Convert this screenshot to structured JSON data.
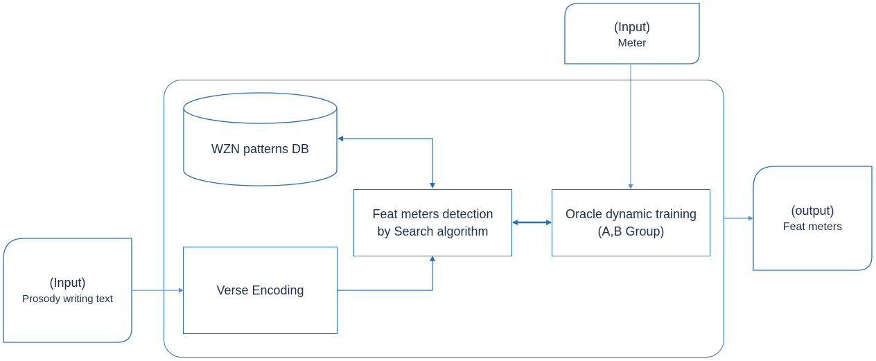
{
  "nodes": {
    "input_meter": {
      "line1": "(Input)",
      "line2": "Meter"
    },
    "db": {
      "label": "WZN patterns DB"
    },
    "detection": {
      "line1": "Feat meters detection",
      "line2": "by Search algorithm"
    },
    "oracle": {
      "line1": "Oracle dynamic training",
      "line2": "(A,B Group)"
    },
    "output": {
      "line1": "(output)",
      "line2": "Feat meters"
    },
    "input_text": {
      "line1": "(Input)",
      "line2": "Prosody writing text"
    },
    "encoding": {
      "label": "Verse Encoding"
    }
  },
  "colors": {
    "stroke": "#2a6fb0",
    "text": "#1f2f4a"
  }
}
